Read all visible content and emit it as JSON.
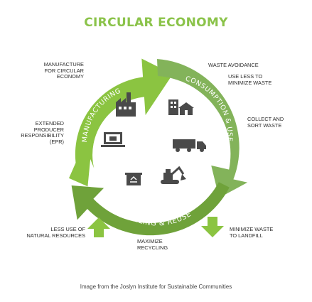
{
  "title": "CIRCULAR ECONOMY",
  "colors": {
    "title": "#8bc34a",
    "light_green": "#8bc441",
    "mid_green": "#83b35a",
    "dark_green": "#6fa23a",
    "icon": "#4a4a4a"
  },
  "segments": [
    {
      "label": "MANUFACTURING"
    },
    {
      "label": "CONSUMPTION & USE"
    },
    {
      "label": "RECYCLING & REUSE"
    }
  ],
  "labels": {
    "manufacture": [
      "MANUFACTURE",
      "FOR CIRCULAR",
      "ECONOMY"
    ],
    "waste_avoidance": [
      "WASTE AVOIDANCE"
    ],
    "use_less": [
      "USE LESS TO",
      "MINIMIZE WASTE"
    ],
    "collect": [
      "COLLECT AND",
      "SORT WASTE"
    ],
    "epr": [
      "EXTENDED",
      "PRODUCER",
      "RESPONSIBILITY",
      "(EPR)"
    ],
    "less_use": [
      "LESS USE OF",
      "NATURAL RESOURCES"
    ],
    "maximize": [
      "MAXIMIZE",
      "RECYCLING"
    ],
    "minimize": [
      "MINIMIZE WASTE",
      "TO LANDFILL"
    ]
  },
  "icons": [
    "factory-icon",
    "houses-icon",
    "laptop-icon",
    "truck-icon",
    "recycle-bin-icon",
    "excavator-icon",
    "arrow-up-icon",
    "arrow-down-icon"
  ],
  "caption": "Image from the Joslyn Institute for Sustainable Communities"
}
